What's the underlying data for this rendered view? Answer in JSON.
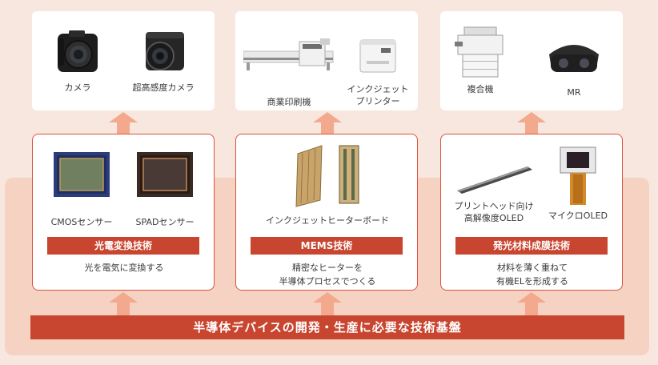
{
  "columns": [
    {
      "products": [
        {
          "label": "カメラ",
          "icon": "camera-icon"
        },
        {
          "label": "超高感度カメラ",
          "icon": "ultra-sensitive-camera-icon"
        }
      ],
      "devices": [
        {
          "label": "CMOSセンサー",
          "icon": "cmos-sensor-icon"
        },
        {
          "label": "SPADセンサー",
          "icon": "spad-sensor-icon"
        }
      ],
      "tech_title": "光電変換技術",
      "tech_desc": [
        "光を電気に変換する"
      ]
    },
    {
      "products": [
        {
          "label": "商業印刷機",
          "icon": "commercial-printer-icon"
        },
        {
          "label": "インクジェット\nプリンター",
          "icon": "inkjet-printer-icon"
        }
      ],
      "devices": [
        {
          "label": "インクジェットヒーターボード",
          "icon": "heater-board-icon"
        }
      ],
      "tech_title": "MEMS技術",
      "tech_desc": [
        "精密なヒーターを",
        "半導体プロセスでつくる"
      ]
    },
    {
      "products": [
        {
          "label": "複合機",
          "icon": "multifunction-printer-icon"
        },
        {
          "label": "MR",
          "icon": "mr-headset-icon"
        }
      ],
      "devices": [
        {
          "label": "プリントヘッド向け\n高解像度OLED",
          "icon": "printhead-oled-icon"
        },
        {
          "label": "マイクロOLED",
          "icon": "micro-oled-icon"
        }
      ],
      "tech_title": "発光材料成膜技術",
      "tech_desc": [
        "材料を薄く重ねて",
        "有機ELを形成する"
      ]
    }
  ],
  "foundation": "半導体デバイスの開発・生産に必要な技術基盤",
  "colors": {
    "accent": "#c8452f",
    "arrow": "#f3a98e",
    "band": "#f6d2c3",
    "background": "#f8e7df"
  }
}
